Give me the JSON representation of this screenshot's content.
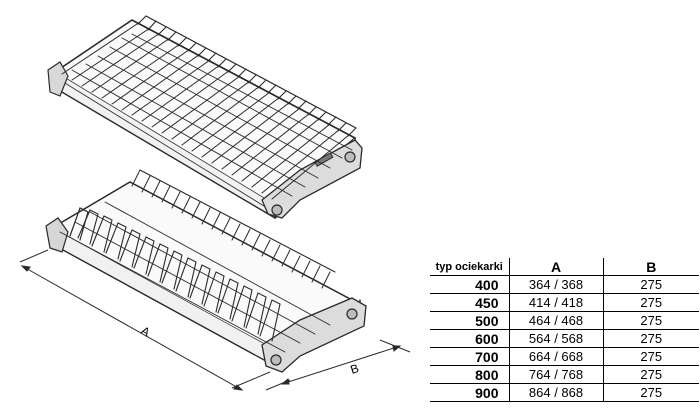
{
  "dimension_labels": {
    "a": "A",
    "b": "B"
  },
  "table": {
    "headers": [
      "typ ociekarki",
      "A",
      "B"
    ],
    "rows": [
      [
        "400",
        "364 / 368",
        "275"
      ],
      [
        "450",
        "414 / 418",
        "275"
      ],
      [
        "500",
        "464 / 468",
        "275"
      ],
      [
        "600",
        "564 / 568",
        "275"
      ],
      [
        "700",
        "664 / 668",
        "275"
      ],
      [
        "800",
        "764 / 768",
        "275"
      ],
      [
        "900",
        "864 / 868",
        "275"
      ]
    ]
  }
}
